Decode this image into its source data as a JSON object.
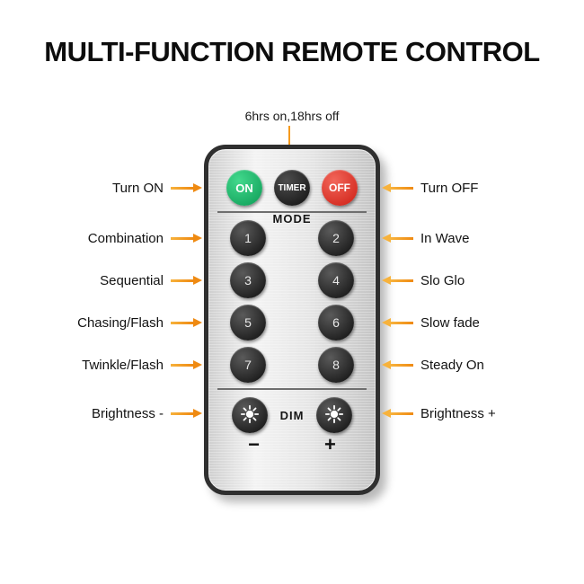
{
  "title": "MULTI-FUNCTION REMOTE CONTROL",
  "timer_note": "6hrs on,18hrs off",
  "accent_color": "#ef8a12",
  "remote": {
    "on_label": "ON",
    "timer_label": "TIMER",
    "off_label": "OFF",
    "mode_label": "MODE",
    "mode_buttons": [
      "1",
      "2",
      "3",
      "4",
      "5",
      "6",
      "7",
      "8"
    ],
    "dim_label": "DIM",
    "minus_label": "−",
    "plus_label": "+",
    "colors": {
      "on_button": "#0b9a54",
      "off_button": "#cd1d12",
      "timer_button": "#0f0f0f",
      "body": "#e6e6e6",
      "frame": "#2f2f2f"
    }
  },
  "left_labels": [
    "Turn ON",
    "Combination",
    "Sequential",
    "Chasing/Flash",
    "Twinkle/Flash",
    "Brightness -"
  ],
  "right_labels": [
    "Turn OFF",
    "In Wave",
    "Slo Glo",
    "Slow fade",
    "Steady On",
    "Brightness +"
  ]
}
